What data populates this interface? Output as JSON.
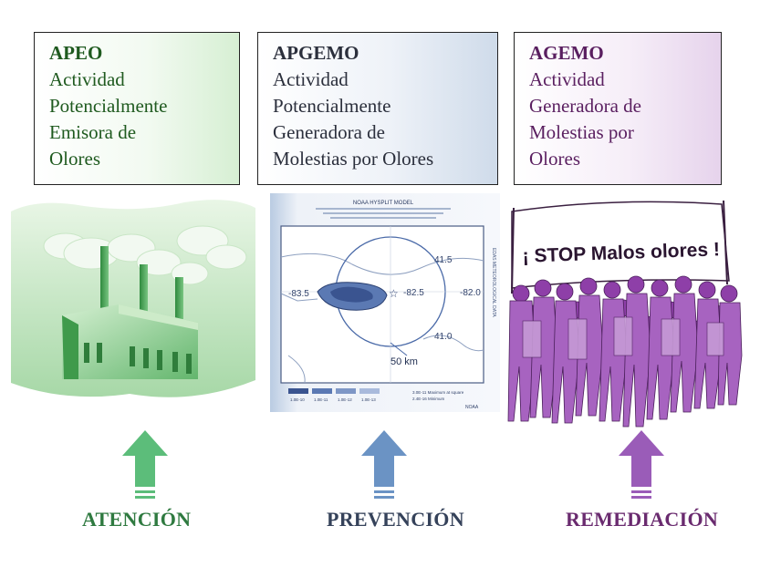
{
  "boxes": [
    {
      "acronym": "APEO",
      "lines": [
        "Actividad",
        "Potencialmente",
        "Emisora de",
        "Olores"
      ]
    },
    {
      "acronym": "APGEMO",
      "lines": [
        "Actividad",
        "Potencialmente",
        "Generadora de",
        "Molestias por Olores"
      ]
    },
    {
      "acronym": "AGEMO",
      "lines": [
        "Actividad",
        "Generadora de",
        "Molestias por",
        "Olores"
      ]
    }
  ],
  "labels": [
    "ATENCIÓN",
    "PREVENCIÓN",
    "REMEDIACIÓN"
  ],
  "map": {
    "title": "NOAA HYSPLIT MODEL",
    "lon_left": "-83.5",
    "lon_mid": "-82.5",
    "lon_right": "-82.0",
    "lat_top": "41.5",
    "lat_bottom": "41.0",
    "scale": "50 km",
    "legend_bins": [
      "1.0E-10",
      "1.0E-11",
      "1.0E-12",
      "1.0E-13"
    ],
    "legend_note_1": "3.0E-11 Maximum at square",
    "legend_note_2": "2.4E-16 Minimum",
    "footer": "NOAA",
    "side_text": "EDAS METEOROLOGICAL DATA"
  },
  "banner_text": "¡ STOP Malos olores !",
  "colors": {
    "green": "#5cbd7a",
    "blue": "#6b93c4",
    "purple": "#9a5cb8"
  }
}
